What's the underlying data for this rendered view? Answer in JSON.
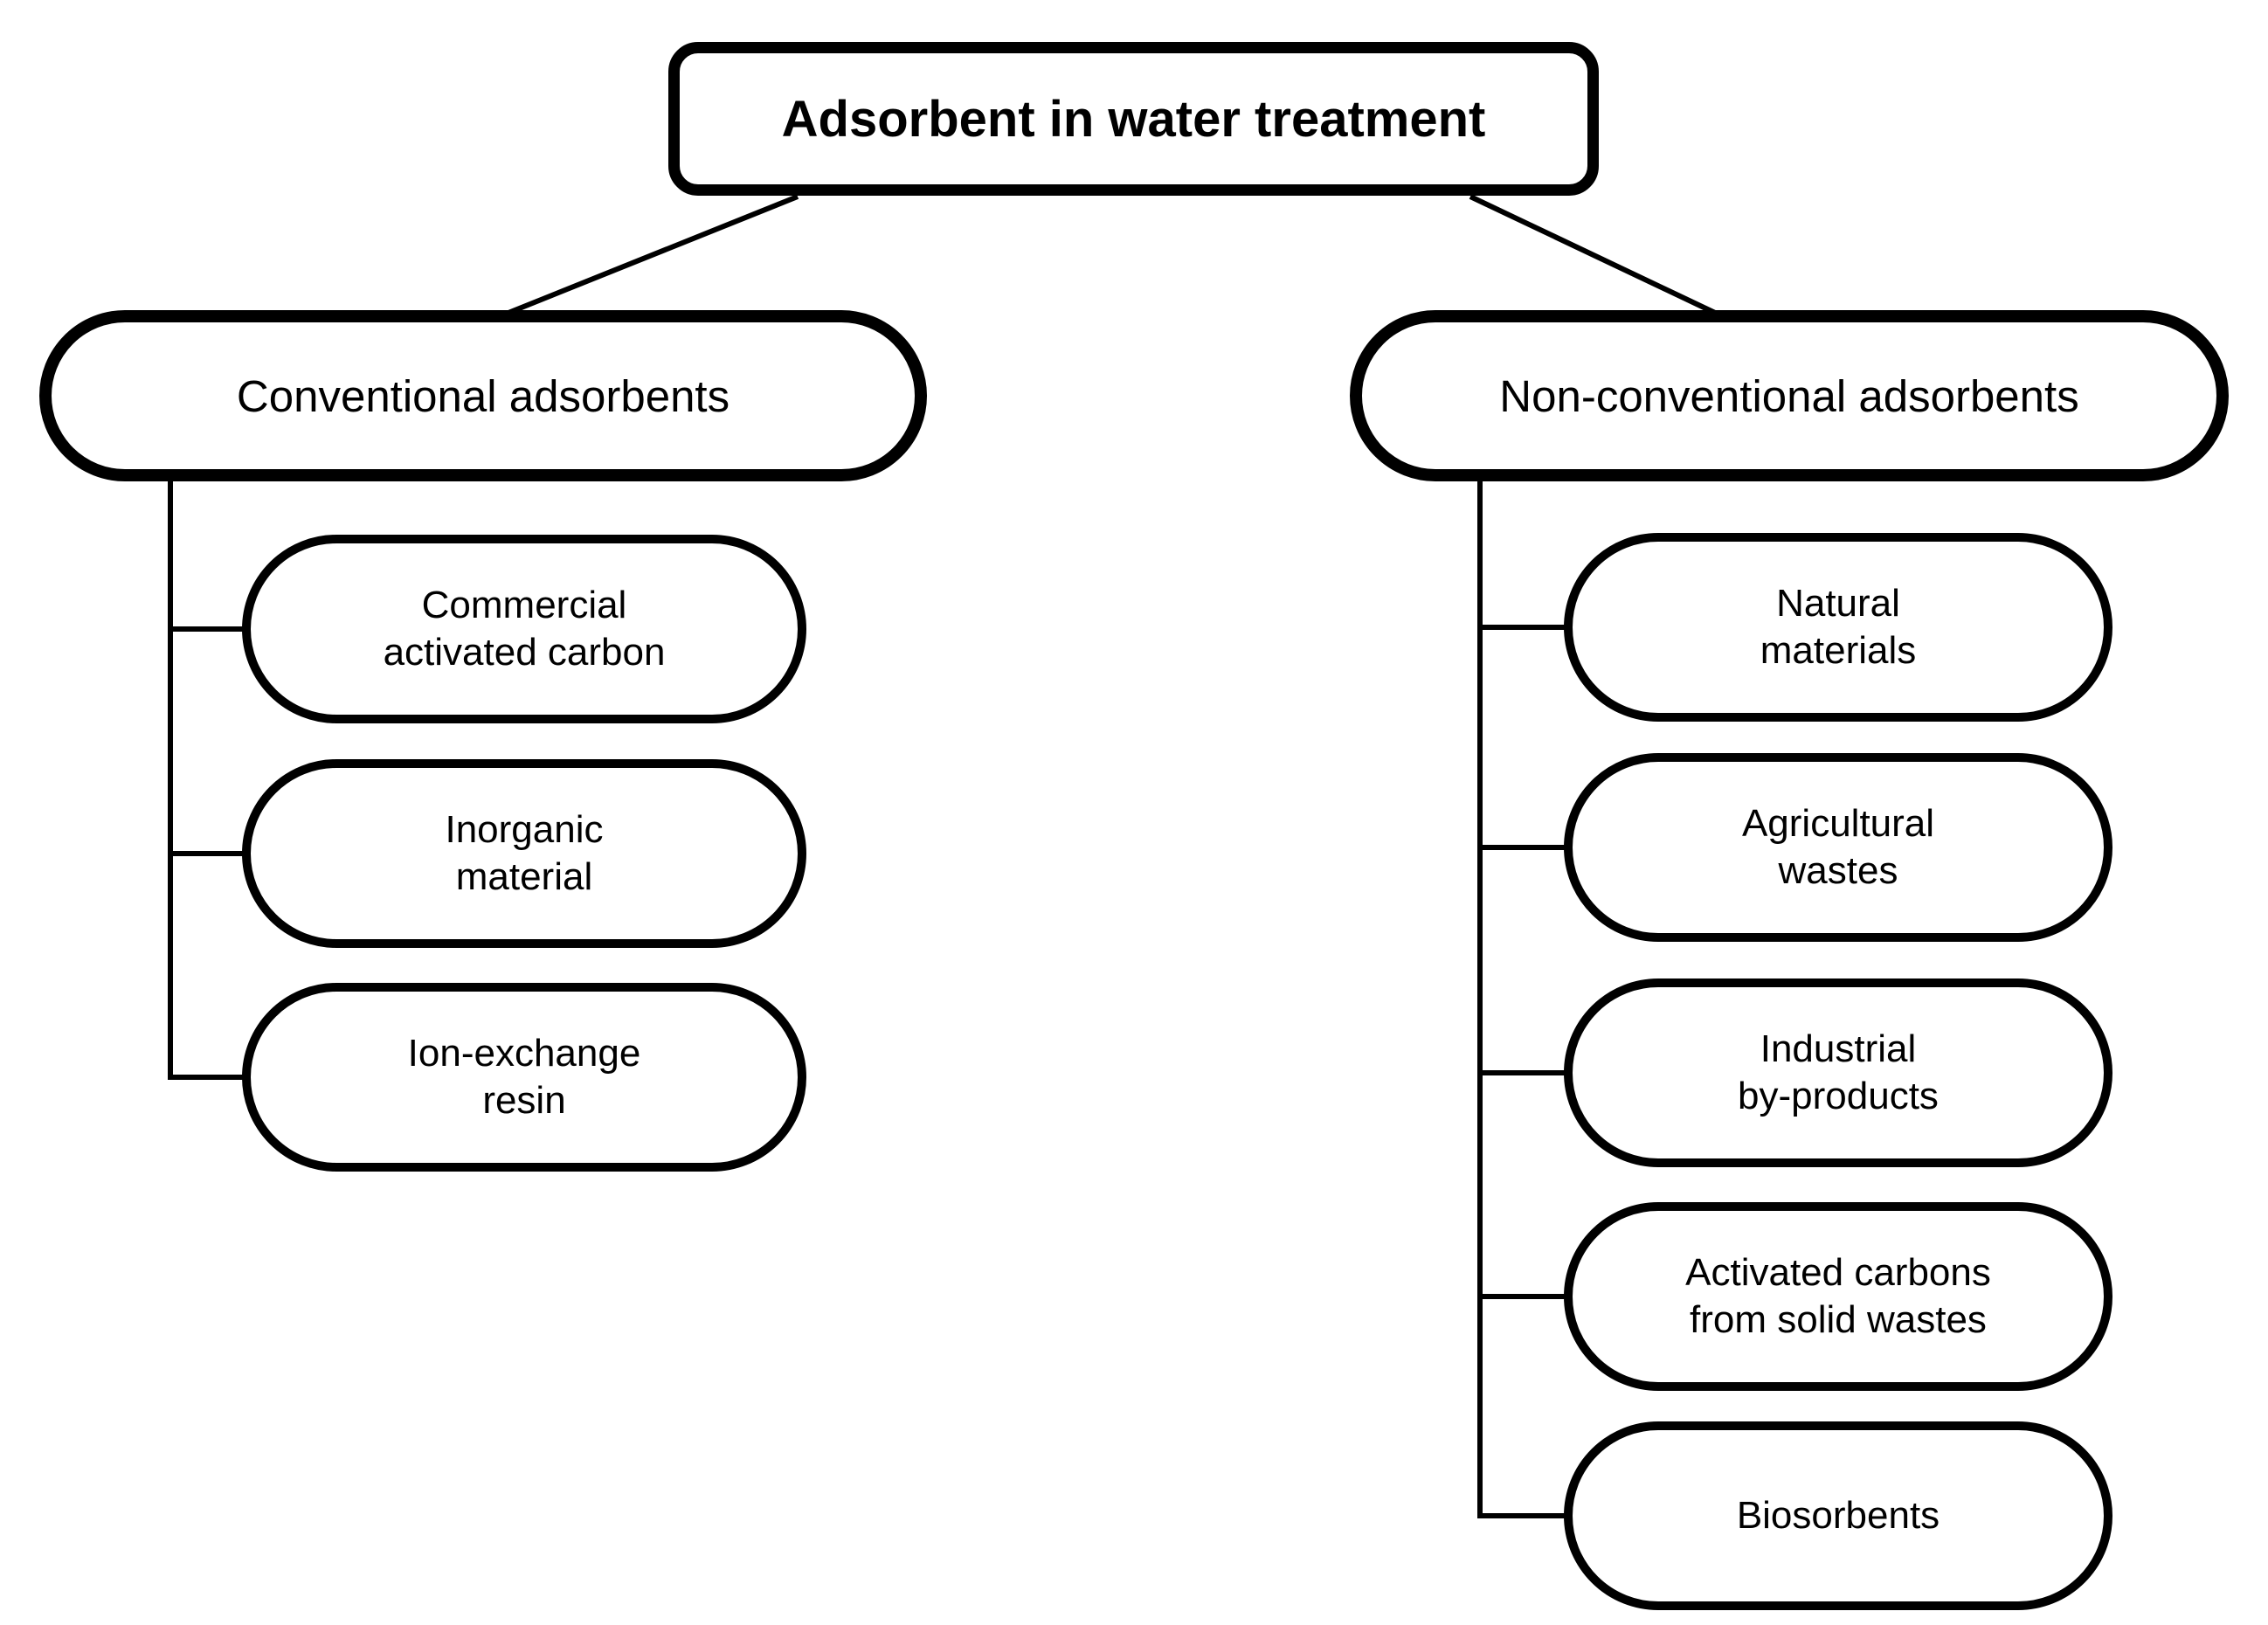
{
  "diagram": {
    "title": "Adsorbent in water treatment",
    "branches": [
      {
        "label": "Conventional adsorbents",
        "children": [
          "Commercial\nactivated carbon",
          "Inorganic\nmaterial",
          "Ion-exchange\nresin"
        ]
      },
      {
        "label": "Non-conventional adsorbents",
        "children": [
          "Natural\nmaterials",
          "Agricultural\nwastes",
          "Industrial\nby-products",
          "Activated carbons\nfrom solid wastes",
          "Biosorbents"
        ]
      }
    ],
    "colors": {
      "line": "#000000",
      "node_fill": "#ffffff",
      "text": "#000000"
    }
  }
}
